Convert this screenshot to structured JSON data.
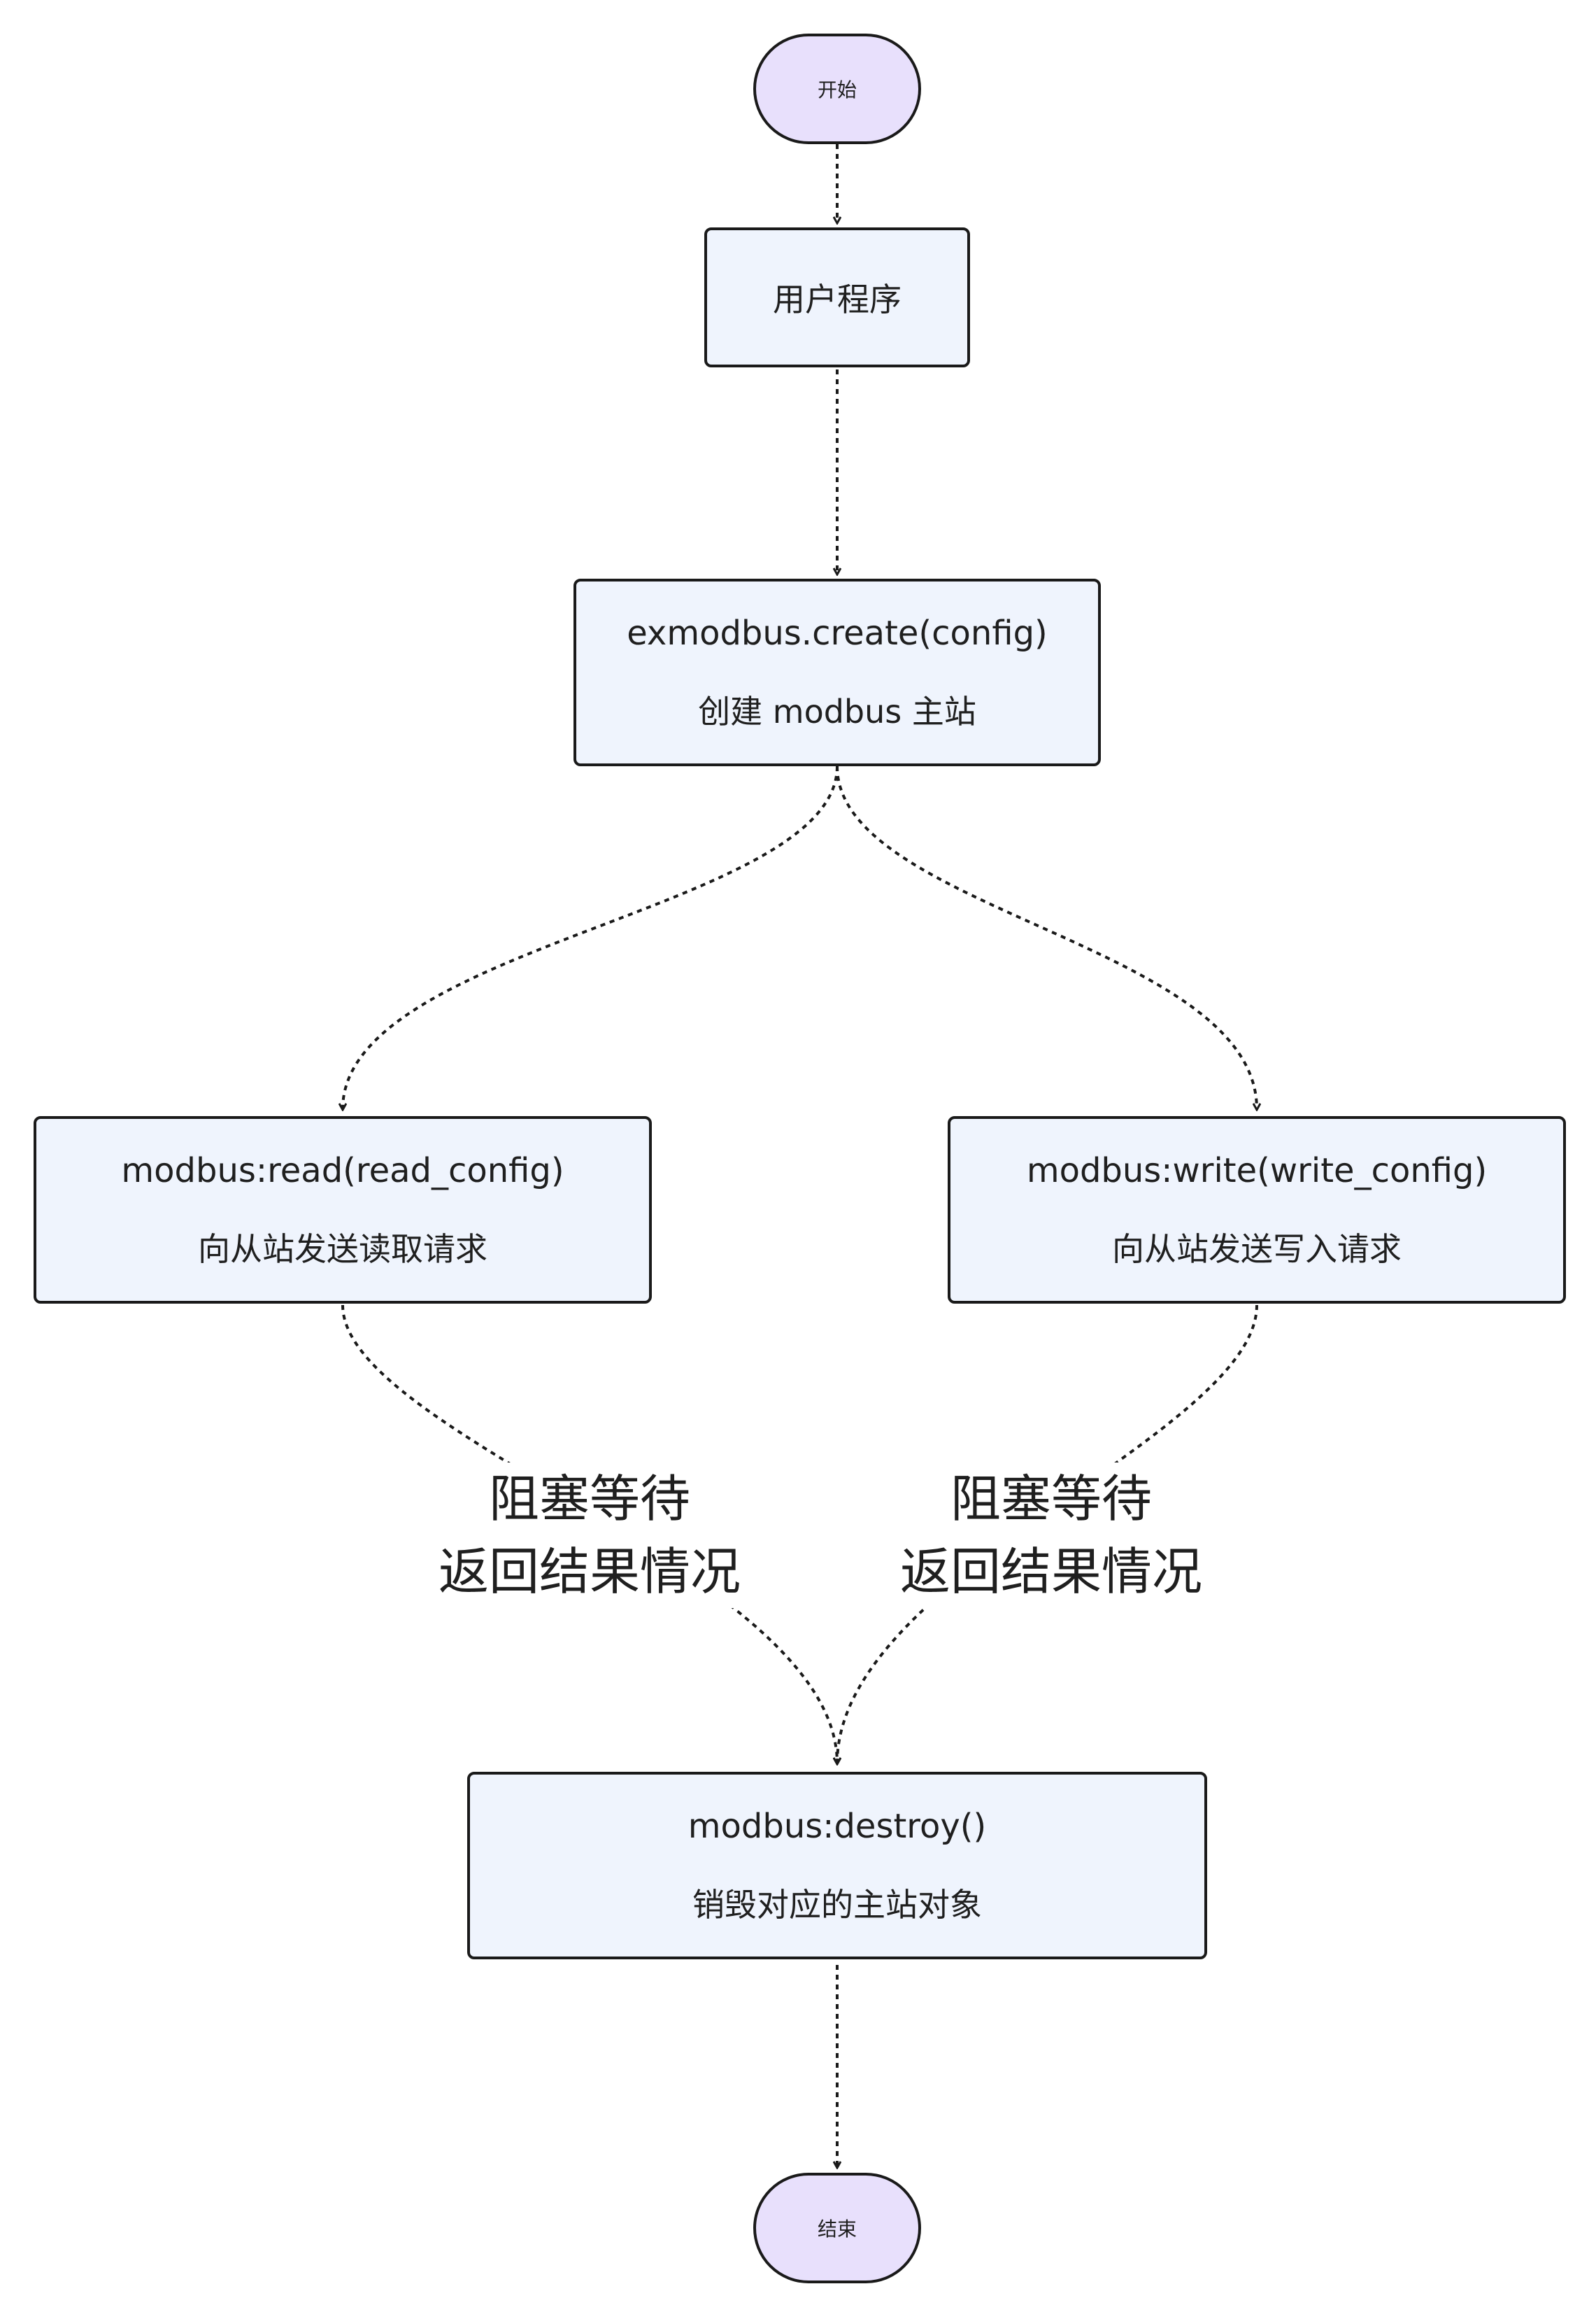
{
  "nodes": {
    "start": "开始",
    "user_program": "用户程序",
    "create": {
      "line1": "exmodbus.create(config)",
      "line2": "创建 modbus 主站"
    },
    "read": {
      "line1": "modbus:read(read_config)",
      "line2": "向从站发送读取请求"
    },
    "write": {
      "line1": "modbus:write(write_config)",
      "line2": "向从站发送写入请求"
    },
    "destroy": {
      "line1": "modbus:destroy()",
      "line2": "销毁对应的主站对象"
    },
    "end": "结束"
  },
  "edge_labels": {
    "read_wait": {
      "line1": "阻塞等待",
      "line2": "返回结果情况"
    },
    "write_wait": {
      "line1": "阻塞等待",
      "line2": "返回结果情况"
    }
  },
  "colors": {
    "box_fill": "#eff4fd",
    "terminal_fill": "#e8e0fc",
    "stroke": "#1a1a1a"
  }
}
